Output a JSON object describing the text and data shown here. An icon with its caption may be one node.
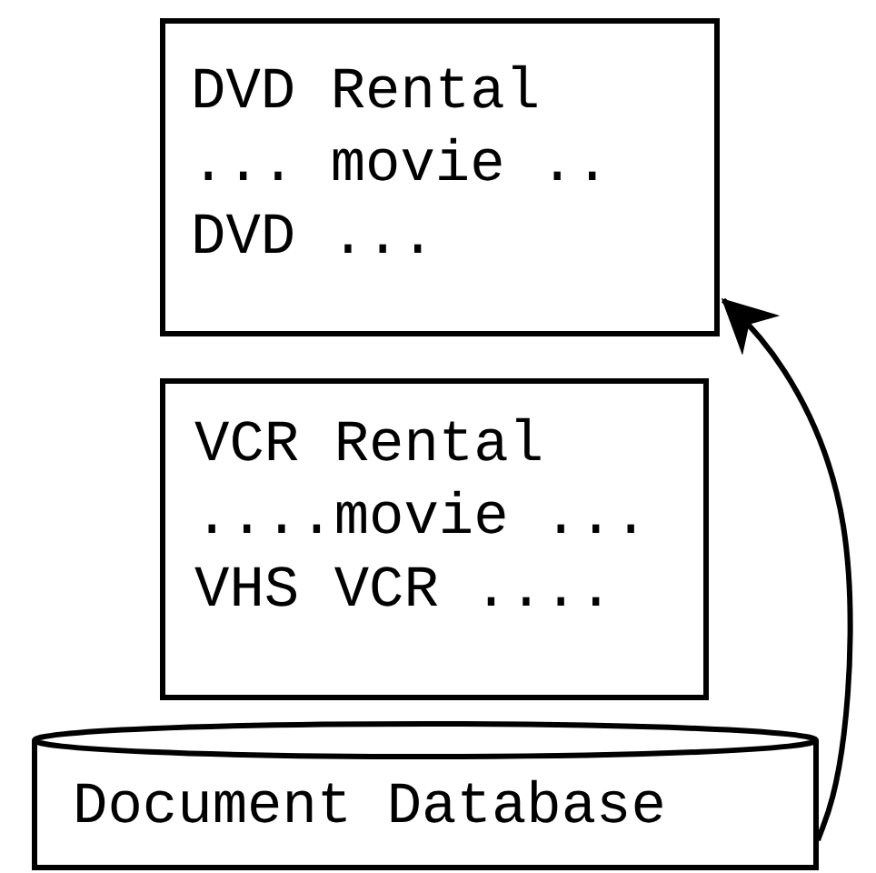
{
  "diagram": {
    "nodes": [
      {
        "text": [
          "DVD Rental",
          "... movie ..",
          "DVD ..."
        ]
      },
      {
        "text": [
          "VCR Rental",
          "....movie ...",
          "VHS VCR ...."
        ]
      },
      {
        "text": [
          "Document Database"
        ]
      }
    ],
    "edges": [
      {
        "from": 2,
        "to": 0,
        "arrow": "to"
      }
    ]
  }
}
